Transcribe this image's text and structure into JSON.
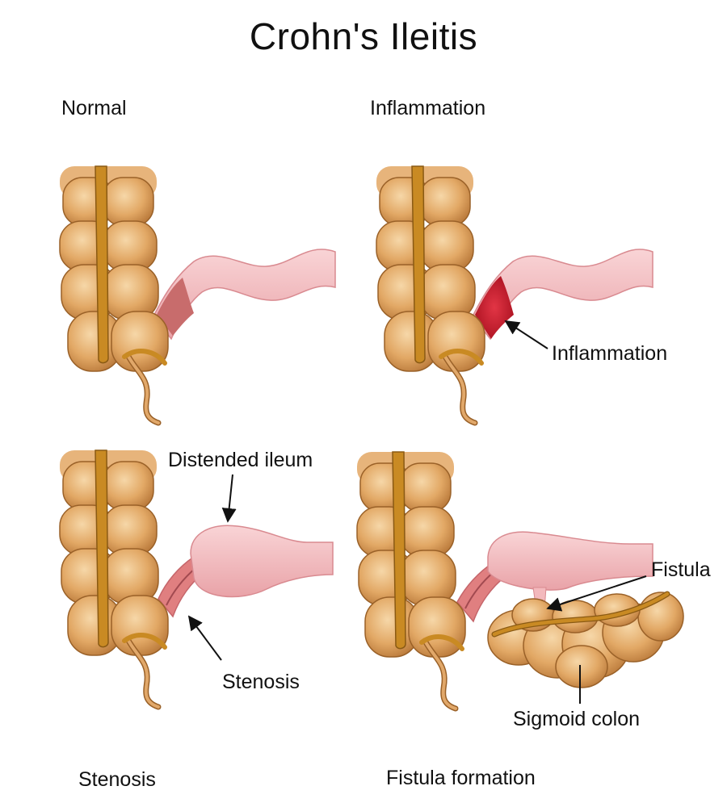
{
  "title": "Crohn's Ileitis",
  "panels": {
    "normal": {
      "label": "Normal"
    },
    "inflammation": {
      "label": "Inflammation",
      "annotation": "Inflammation"
    },
    "stenosis": {
      "label": "Stenosis",
      "annotations": {
        "distended": "Distended ileum",
        "stenosis": "Stenosis"
      }
    },
    "fistula": {
      "label": "Fistula formation",
      "annotations": {
        "fistula": "Fistula",
        "sigmoid": "Sigmoid colon"
      }
    }
  },
  "colors": {
    "colon": "#e4ad6f",
    "colon_dark": "#a86a2e",
    "colon_light": "#f4d2a3",
    "band": "#c98a23",
    "band_outline": "#8a5a14",
    "ileum": "#f3b9bd",
    "ileum_dark": "#d98a90",
    "lumen_normal": "#c86c6c",
    "lumen_inflamed": "#c0182a",
    "stenosis": "#e07f80"
  }
}
